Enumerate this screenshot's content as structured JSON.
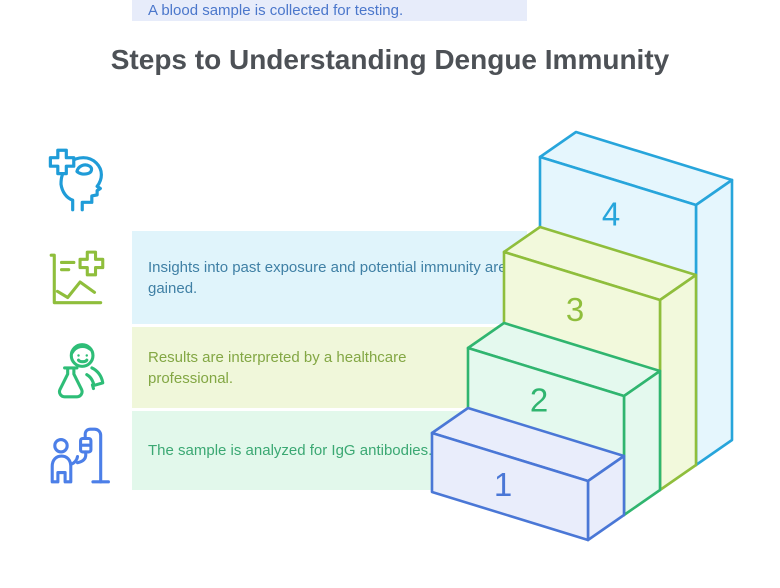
{
  "title": "Steps to Understanding Dengue Immunity",
  "steps": [
    {
      "number": "4",
      "description": "Insights into past exposure and potential immunity are\ngained.",
      "icon": "mind-cross-icon",
      "accent": "#1F9CD8",
      "block_stroke": "#27A5DB",
      "block_fill": "#E5F6FD",
      "band_bg": "#E0F4FB",
      "text_color": "#4080A5"
    },
    {
      "number": "3",
      "description": "Results are interpreted by a healthcare\nprofessional.",
      "icon": "report-chart-icon",
      "accent": "#8FBE3C",
      "block_stroke": "#8FBE3C",
      "block_fill": "#F2F9DC",
      "band_bg": "#F0F7DA",
      "text_color": "#83A744"
    },
    {
      "number": "2",
      "description": "The sample is analyzed for IgG antibodies.",
      "icon": "scientist-flask-icon",
      "accent": "#2EBD77",
      "block_stroke": "#30B56F",
      "block_fill": "#E4F9EE",
      "band_bg": "#E2F8EB",
      "text_color": "#3BA873"
    },
    {
      "number": "1",
      "description": "A blood sample is collected for testing.",
      "icon": "iv-drip-icon",
      "accent": "#4C7FE8",
      "block_stroke": "#4A77D6",
      "block_fill": "#E9EDFB",
      "band_bg": "#E7ECFA",
      "text_color": "#4B77CB"
    }
  ]
}
